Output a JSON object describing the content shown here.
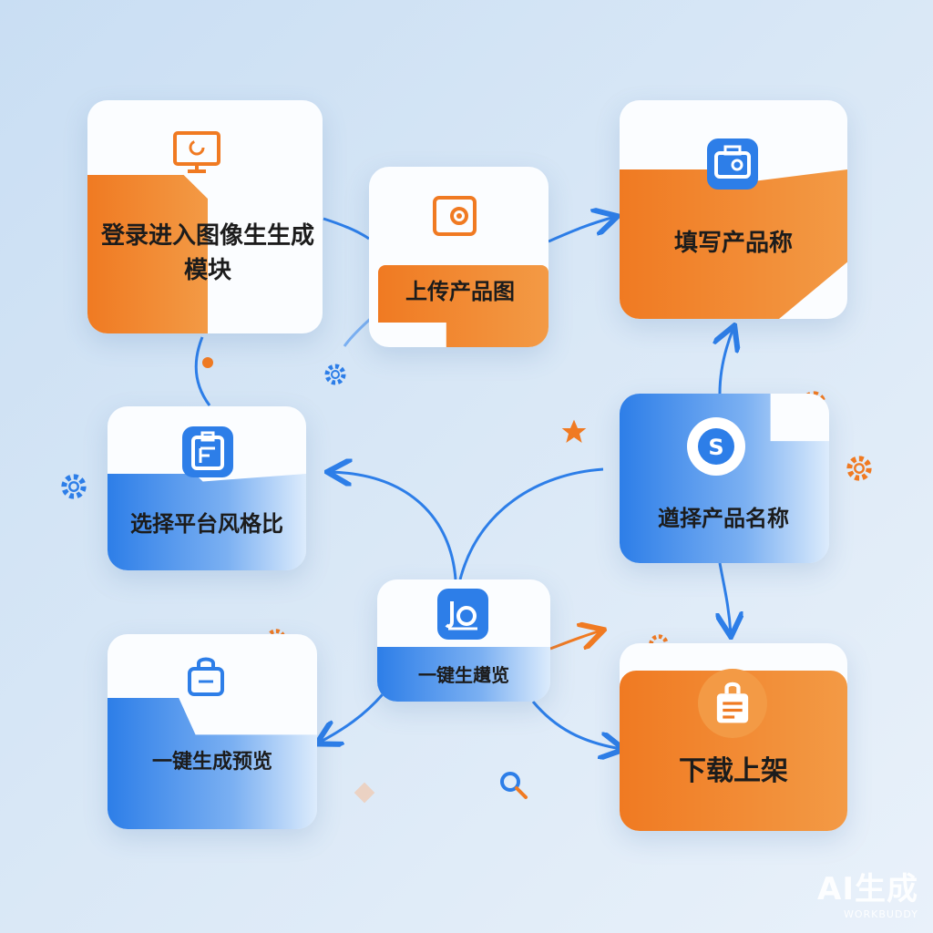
{
  "steps": [
    {
      "id": "login",
      "label": "登录进入图像生生成模块",
      "icon": "monitor-icon"
    },
    {
      "id": "upload",
      "label": "上传产品图",
      "icon": "camera-icon"
    },
    {
      "id": "fill_name",
      "label": "填写产品称",
      "icon": "camera-bag-icon"
    },
    {
      "id": "platform",
      "label": "选择平台风格比",
      "icon": "document-icon"
    },
    {
      "id": "select_name",
      "label": "遒择产品名称",
      "icon": "s-badge-icon"
    },
    {
      "id": "center_preview",
      "label": "一键生䟎览",
      "icon": "jo-icon"
    },
    {
      "id": "generate_preview",
      "label": "一键生成预览",
      "icon": "bag-icon"
    },
    {
      "id": "download",
      "label": "下载上架",
      "icon": "list-bag-icon"
    }
  ],
  "colors": {
    "orange": "#f07a22",
    "blue": "#2d7ee8"
  },
  "watermark": {
    "title": "AI生成",
    "sub": "WORKBUDDY"
  }
}
